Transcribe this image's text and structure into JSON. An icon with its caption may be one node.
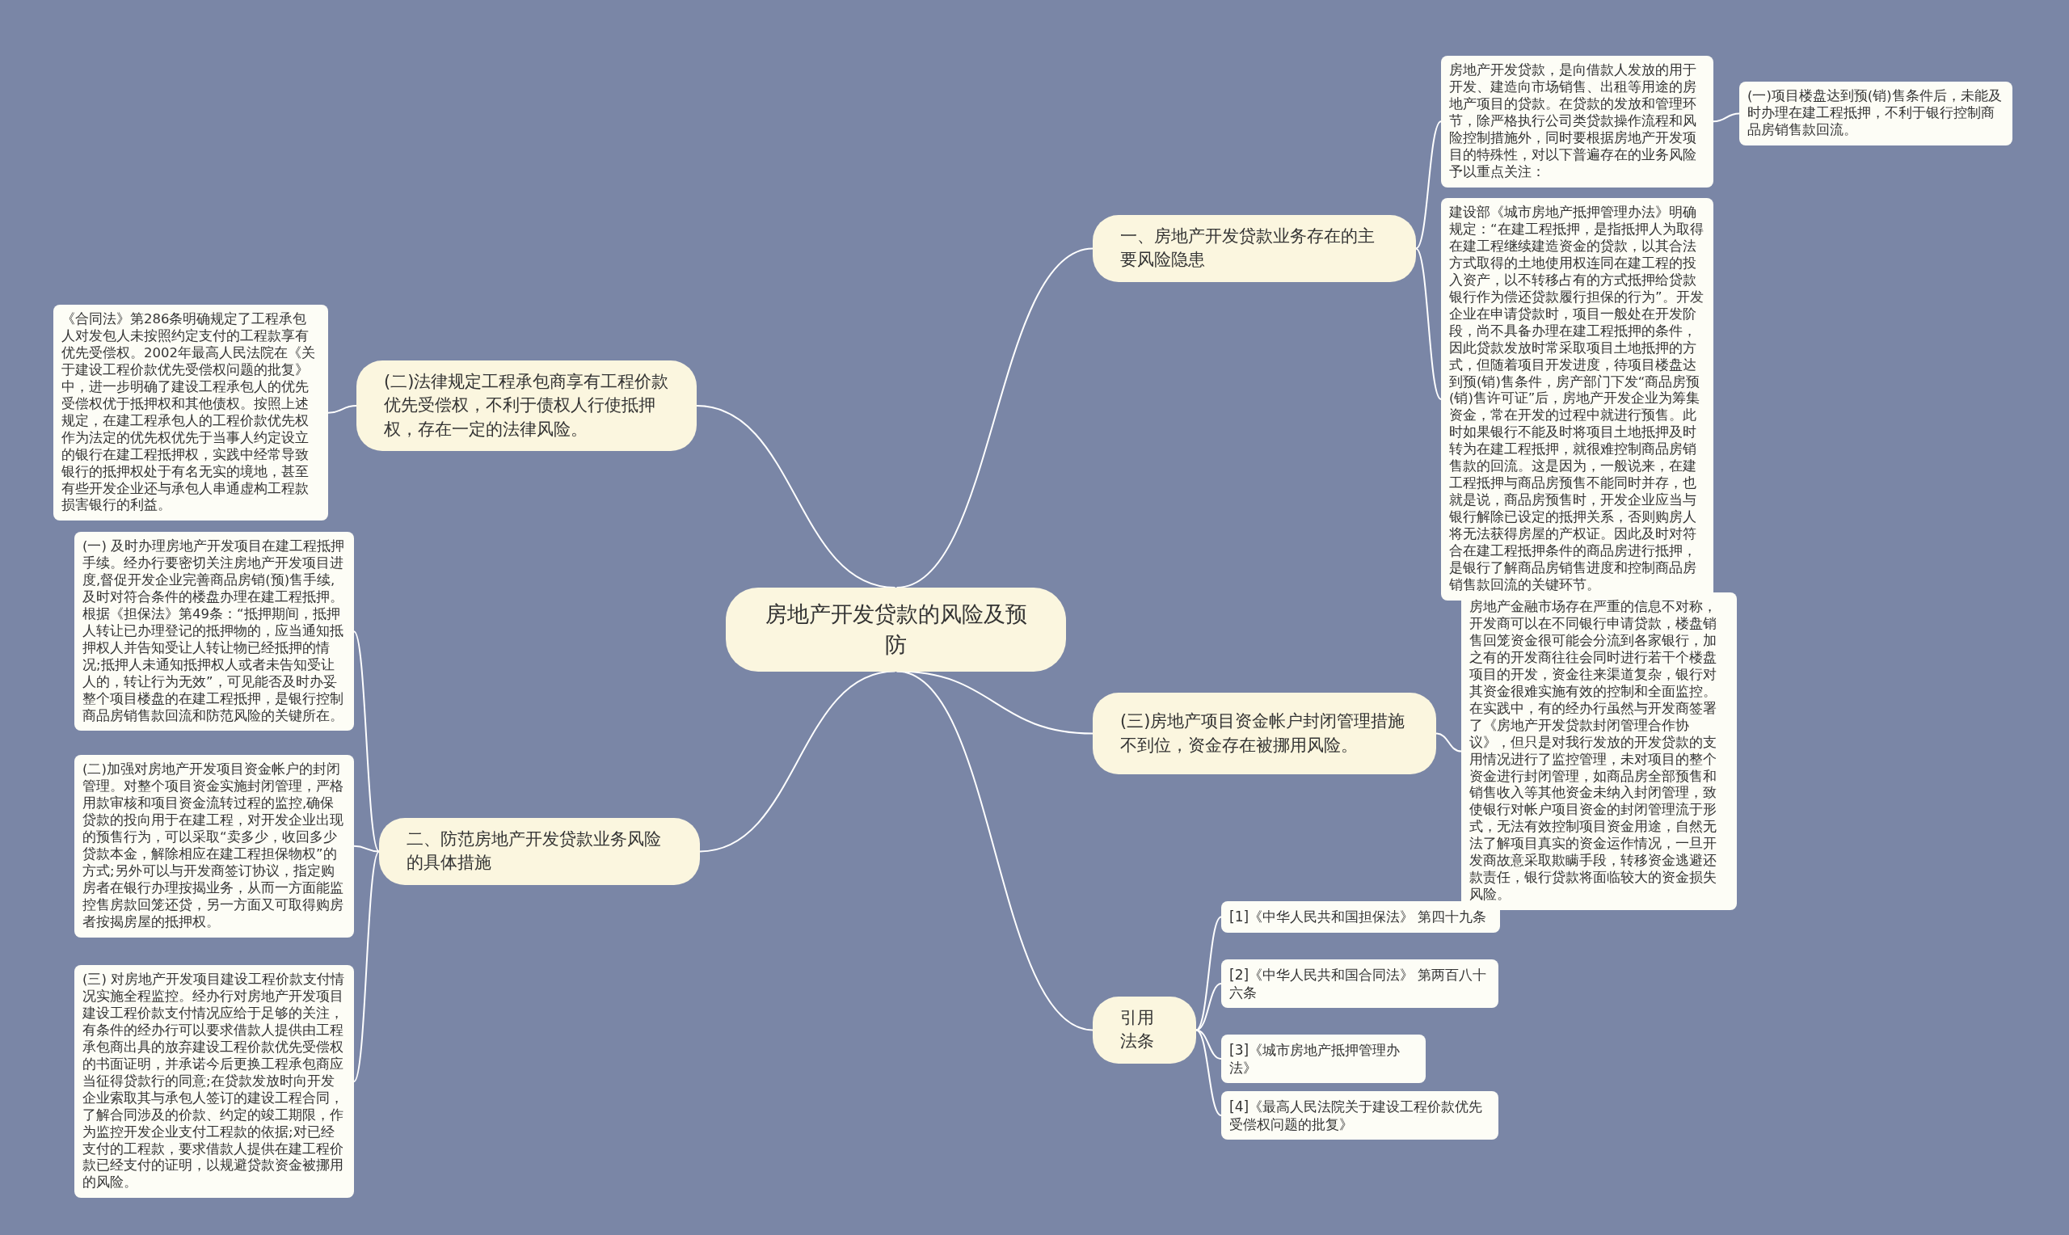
{
  "diagram": {
    "nodes": [
      {
        "text": [
          "房地产开发贷款的风险及预防"
        ]
      },
      {
        "text": [
          "一、房地产开发贷款业务存在的主要风险隐患"
        ]
      },
      {
        "text": [
          "房地产开发贷款，是向借款人发放的用于开发、建造向市场销售、出租等用途的房地产项目的贷款。在贷款的发放和管理环节，除严格执行公司类贷款操作流程和风险控制措施外，同时要根据房地产开发项目的特殊性，对以下普遍存在的业务风险予以重点关注："
        ]
      },
      {
        "text": [
          "(一)项目楼盘达到预(销)售条件后，未能及时办理在建工程抵押，不利于银行控制商品房销售款回流。"
        ]
      },
      {
        "text": [
          "建设部《城市房地产抵押管理办法》明确规定：“在建工程抵押，是指抵押人为取得在建工程继续建造资金的贷款，以其合法方式取得的土地使用权连同在建工程的投入资产，以不转移占有的方式抵押给贷款银行作为偿还贷款履行担保的行为”。开发企业在申请贷款时，项目一般处在开发阶段，尚不具备办理在建工程抵押的条件，因此贷款发放时常采取项目土地抵押的方式，但随着项目开发进度，待项目楼盘达到预(销)售条件，房产部门下发“商品房预(销)售许可证”后，房地产开发企业为筹集资金，常在开发的过程中就进行预售。此时如果银行不能及时将项目土地抵押及时转为在建工程抵押，就很难控制商品房销售款的回流。这是因为，一般说来，在建工程抵押与商品房预售不能同时并存，也就是说，商品房预售时，开发企业应当与银行解除已设定的抵押关系，否则购房人将无法获得房屋的产权证。因此及时对符合在建工程抵押条件的商品房进行抵押，是银行了解商品房销售进度和控制商品房销售款回流的关键环节。"
        ]
      },
      {
        "text": [
          "(二)法律规定工程承包商享有工程价款优先受偿权，不利于债权人行使抵押权，存在一定的法律风险。"
        ]
      },
      {
        "text": [
          "《合同法》第286条明确规定了工程承包人对发包人未按照约定支付的工程款享有优先受偿权。2002年最高人民法院在《关于建设工程价款优先受偿权问题的批复》中，进一步明确了建设工程承包人的优先受偿权优于抵押权和其他债权。按照上述规定，在建工程承包人的工程价款优先权作为法定的优先权优先于当事人约定设立的银行在建工程抵押权，实践中经常导致银行的抵押权处于有名无实的境地，甚至有些开发企业还与承包人串通虚构工程款损害银行的利益。"
        ]
      },
      {
        "text": [
          "二、防范房地产开发贷款业务风险的具体措施"
        ]
      },
      {
        "text": [
          "(一) 及时办理房地产开发项目在建工程抵押手续。经办行要密切关注房地产开发项目进度,督促开发企业完善商品房销(预)售手续,及时对符合条件的楼盘办理在建工程抵押。根据《担保法》第49条：“抵押期间，抵押人转让已办理登记的抵押物的，应当通知抵押权人并告知受让人转让物已经抵押的情况;抵押人未通知抵押权人或者未告知受让人的，转让行为无效”，可见能否及时办妥整个项目楼盘的在建工程抵押，是银行控制商品房销售款回流和防范风险的关键所在。"
        ]
      },
      {
        "text": [
          "(二)加强对房地产开发项目资金帐户的封闭管理。对整个项目资金实施封闭管理，严格用款审核和项目资金流转过程的监控,确保贷款的投向用于在建工程，对开发企业出现的预售行为，可以采取“卖多少，收回多少贷款本金，解除相应在建工程担保物权”的方式;另外可以与开发商签订协议，指定购房者在银行办理按揭业务，从而一方面能监控售房款回笼还贷，另一方面又可取得购房者按揭房屋的抵押权。"
        ]
      },
      {
        "text": [
          "(三) 对房地产开发项目建设工程价款支付情况实施全程监控。经办行对房地产开发项目建设工程价款支付情况应给于足够的关注，有条件的经办行可以要求借款人提供由工程承包商出具的放弃建设工程价款优先受偿权的书面证明，并承诺今后更换工程承包商应当征得贷款行的同意;在贷款发放时向开发企业索取其与承包人签订的建设工程合同，了解合同涉及的价款、约定的竣工期限，作为监控开发企业支付工程款的依据;对已经支付的工程款，要求借款人提供在建工程价款已经支付的证明，以规避贷款资金被挪用的风险。"
        ]
      },
      {
        "text": [
          "(三)房地产项目资金帐户封闭管理措施不到位，资金存在被挪用风险。"
        ]
      },
      {
        "text": [
          "房地产金融市场存在严重的信息不对称，开发商可以在不同银行申请贷款，楼盘销售回笼资金很可能会分流到各家银行，加之有的开发商往往会同时进行若干个楼盘项目的开发，资金往来渠道复杂，银行对其资金很难实施有效的控制和全面监控。在实践中，有的经办行虽然与开发商签署了《房地产开发贷款封闭管理合作协议》，但只是对我行发放的开发贷款的支用情况进行了监控管理，未对项目的整个资金进行封闭管理，如商品房全部预售和销售收入等其他资金未纳入封闭管理，致使银行对帐户项目资金的封闭管理流于形式，无法有效控制项目资金用途，自然无法了解项目真实的资金运作情况，一旦开发商故意采取欺瞒手段，转移资金逃避还款责任，银行贷款将面临较大的资金损失风险。"
        ]
      },
      {
        "text": [
          "引用法条"
        ]
      },
      {
        "text": [
          "[1]《中华人民共和国担保法》 第四十九条"
        ]
      },
      {
        "text": [
          "[2]《中华人民共和国合同法》 第两百八十六条"
        ]
      },
      {
        "text": [
          "[3]《城市房地产抵押管理办法》"
        ]
      },
      {
        "text": [
          "[4]《最高人民法院关于建设工程价款优先受偿权问题的批复》"
        ]
      }
    ],
    "edges": [
      {
        "from": 0,
        "to": 1,
        "arrow": "none"
      },
      {
        "from": 0,
        "to": 5,
        "arrow": "none"
      },
      {
        "from": 0,
        "to": 7,
        "arrow": "none"
      },
      {
        "from": 0,
        "to": 11,
        "arrow": "none"
      },
      {
        "from": 0,
        "to": 13,
        "arrow": "none"
      },
      {
        "from": 1,
        "to": 2,
        "arrow": "none"
      },
      {
        "from": 1,
        "to": 4,
        "arrow": "none"
      },
      {
        "from": 2,
        "to": 3,
        "arrow": "none"
      },
      {
        "from": 5,
        "to": 6,
        "arrow": "none"
      },
      {
        "from": 7,
        "to": 8,
        "arrow": "none"
      },
      {
        "from": 7,
        "to": 9,
        "arrow": "none"
      },
      {
        "from": 7,
        "to": 10,
        "arrow": "none"
      },
      {
        "from": 11,
        "to": 12,
        "arrow": "none"
      },
      {
        "from": 13,
        "to": 14,
        "arrow": "none"
      },
      {
        "from": 13,
        "to": 15,
        "arrow": "none"
      },
      {
        "from": 13,
        "to": 16,
        "arrow": "none"
      },
      {
        "from": 13,
        "to": 17,
        "arrow": "none"
      }
    ]
  }
}
